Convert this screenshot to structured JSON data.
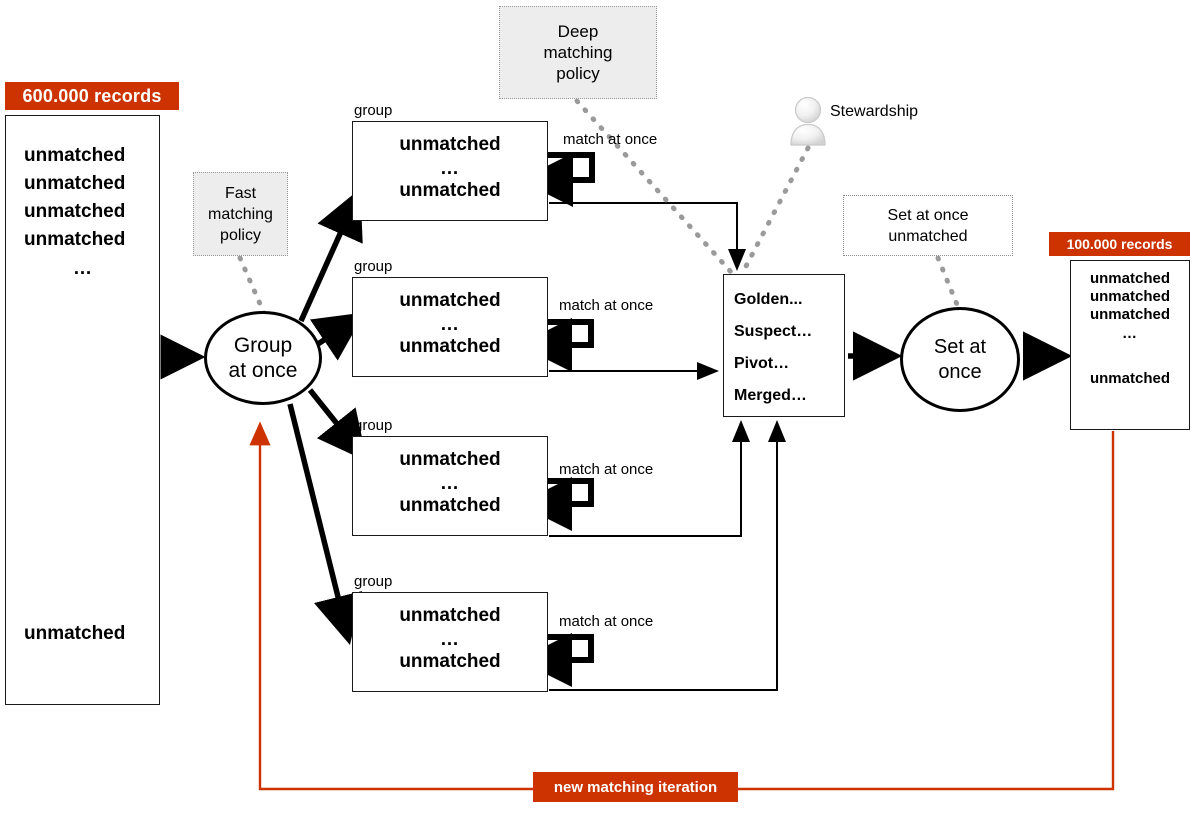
{
  "diagram": {
    "title": "record matching iteration flow",
    "accent_color": "#cc3300",
    "note_fill": "#ededed"
  },
  "badges": {
    "input_records": "600.000 records",
    "output_records": "100.000 records",
    "iteration": "new matching iteration"
  },
  "records_left": {
    "lines": [
      "unmatched",
      "unmatched",
      "unmatched",
      "unmatched"
    ],
    "ellipsis": "…",
    "tail": "unmatched"
  },
  "records_right": {
    "lines": [
      "unmatched",
      "unmatched",
      "unmatched"
    ],
    "ellipsis": "…",
    "tail": "unmatched"
  },
  "groups": [
    {
      "label": "group",
      "first": "unmatched",
      "ellipsis": "…",
      "last": "unmatched",
      "match_label": "match at once"
    },
    {
      "label": "group",
      "first": "unmatched",
      "ellipsis": "…",
      "last": "unmatched",
      "match_label": "match at once"
    },
    {
      "label": "group",
      "first": "unmatched",
      "ellipsis": "…",
      "last": "unmatched",
      "match_label": "match at once"
    },
    {
      "label": "group",
      "first": "unmatched",
      "ellipsis": "…",
      "last": "unmatched",
      "match_label": "match at once"
    }
  ],
  "notes": {
    "deep_policy": [
      "Deep",
      "matching",
      "policy"
    ],
    "fast_policy": [
      "Fast",
      "matching",
      "policy"
    ],
    "set_at_once": [
      "Set at once",
      "unmatched"
    ]
  },
  "circles": {
    "group_at_once": [
      "Group",
      "at once"
    ],
    "set_at_once": [
      "Set at",
      "once"
    ]
  },
  "results": {
    "lines": [
      "Golden...",
      "Suspect…",
      "Pivot…",
      "Merged…"
    ]
  },
  "actor": {
    "name": "Stewardship",
    "icon": "person-icon"
  }
}
